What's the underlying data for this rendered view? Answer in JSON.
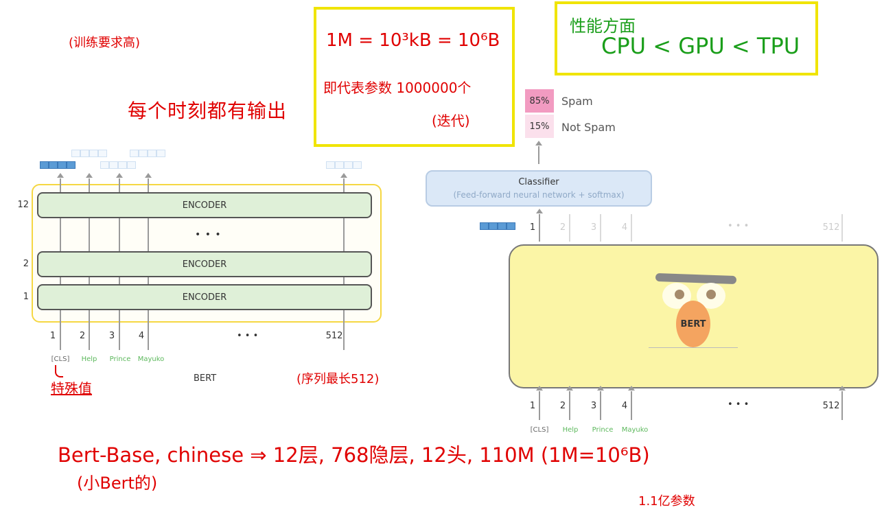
{
  "left_diagram": {
    "encoder_label": "ENCODER",
    "layer_numbers": [
      "12",
      "2",
      "1"
    ],
    "ellipsis": "• • •",
    "token_numbers": [
      "1",
      "2",
      "3",
      "4",
      "512"
    ],
    "token_ellipsis": "• • •",
    "token_words": [
      "[CLS]",
      "Help",
      "Prince",
      "Mayuko"
    ],
    "caption": "BERT"
  },
  "right_diagram": {
    "classifier_title": "Classifier",
    "classifier_subtitle": "(Feed-forward neural network + softmax)",
    "outputs": [
      {
        "pct": "85%",
        "label": "Spam",
        "color": "#f29bc1"
      },
      {
        "pct": "15%",
        "label": "Not Spam",
        "color": "#fbe0ec"
      }
    ],
    "position_numbers_top": [
      "1",
      "2",
      "3",
      "4",
      "512"
    ],
    "position_numbers_bottom": [
      "1",
      "2",
      "3",
      "4",
      "512"
    ],
    "ellipsis": "• • •",
    "bert_label": "BERT",
    "token_words": [
      "[CLS]",
      "Help",
      "Prince",
      "Mayuko"
    ]
  },
  "annotations": {
    "training_requirement": "(训练要求高)",
    "every_moment_output": "每个时刻都有输出",
    "special_value": "特殊值",
    "sequence_max": "(序列最长512)",
    "unit_line1": "1M = 10³kB = 10⁶B",
    "unit_line2": "即代表参数 1000000个",
    "unit_line3": "(迭代)",
    "performance_title": "性能方面",
    "performance_text": "CPU < GPU < TPU",
    "bert_base_line": "Bert-Base, chinese ⇒ 12层, 768隐层, 12头, 110M (1M=10⁶B)",
    "small_bert": "(小Bert的)",
    "params_note": "1.1亿参数"
  }
}
